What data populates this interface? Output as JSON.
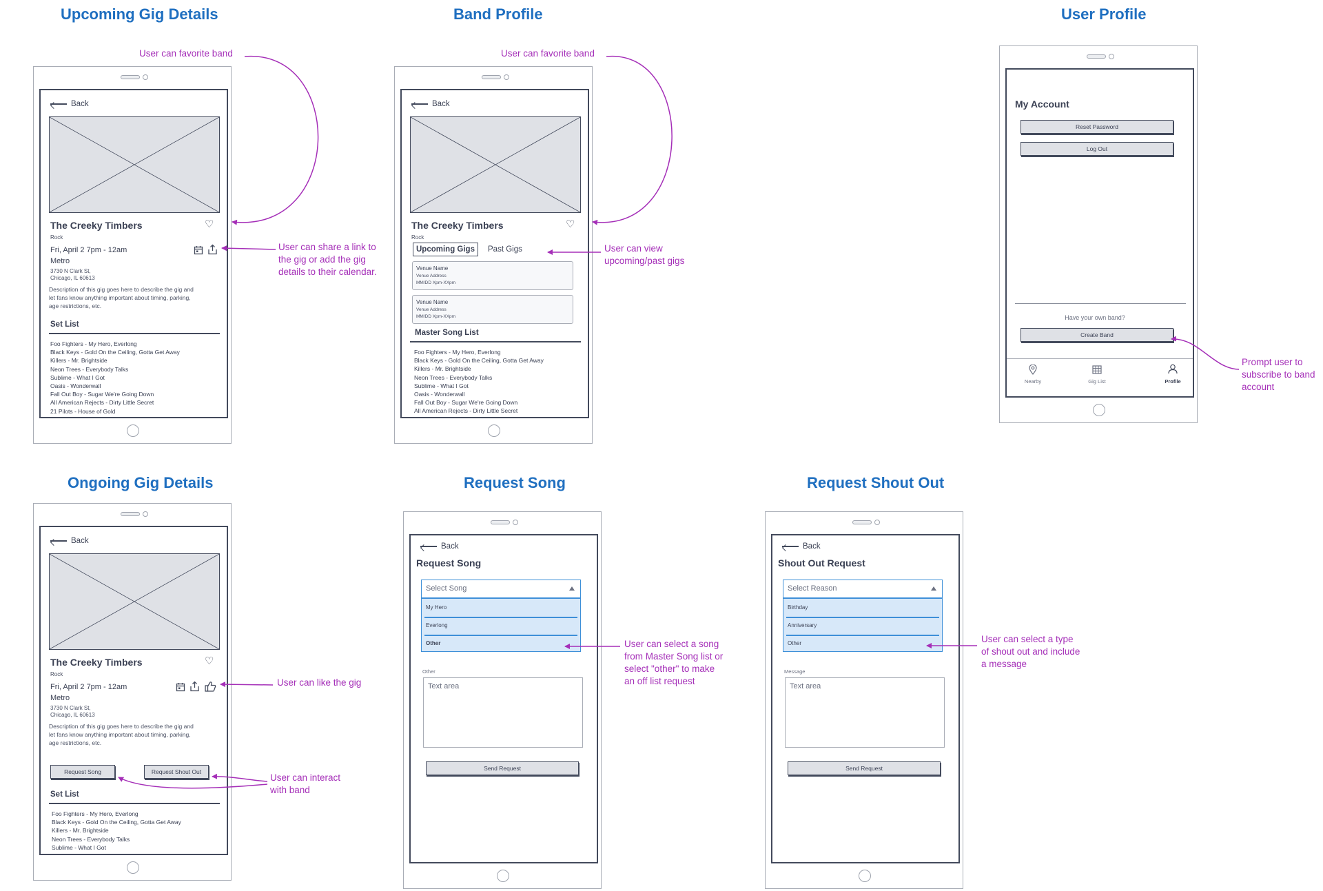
{
  "titles": {
    "upcoming": "Upcoming Gig Details",
    "band": "Band Profile",
    "user": "User Profile",
    "ongoing": "Ongoing Gig Details",
    "request_song": "Request Song",
    "request_shout": "Request Shout Out"
  },
  "notes": {
    "favorite_1": "User can favorite band",
    "favorite_2": "User can favorite band",
    "share_1": "User can share a link to",
    "share_2": "the gig or add the gig",
    "share_3": "details to their calendar.",
    "view_gigs_1": "User can view",
    "view_gigs_2": "upcoming/past gigs",
    "prompt_1": "Prompt user to",
    "prompt_2": "subscribe to band",
    "prompt_3": "account",
    "like": "User can like the gig",
    "interact_1": "User can interact",
    "interact_2": "with band",
    "song_1": "User can select a song",
    "song_2": "from Master Song list or",
    "song_3": "select \"other\" to make",
    "song_4": "an off list request",
    "shout_1": "User can select a type",
    "shout_2": "of shout out and include",
    "shout_3": "a message"
  },
  "common": {
    "back": "Back",
    "band_name": "The Creeky Timbers",
    "genre": "Rock",
    "date": "Fri, April 2 7pm - 12am",
    "venue": "Metro",
    "address_1": "3730 N Clark St,",
    "address_2": "Chicago, IL 60613",
    "desc_1": "Description of this gig goes here to describe the gig and",
    "desc_2": "let fans know anything important about timing, parking,",
    "desc_3": "age restrictions, etc.",
    "set_list": "Set List"
  },
  "upcoming_songs": [
    "Foo Fighters - My Hero, Everlong",
    "Black Keys - Gold On the Ceiling, Gotta Get Away",
    "Killers - Mr. Brightside",
    "Neon Trees - Everybody Talks",
    "Sublime - What I Got",
    "Oasis - Wonderwall",
    "Fall Out Boy - Sugar We're Going Down",
    "All American Rejects - Dirty Little Secret",
    "21 Pilots - House of Gold"
  ],
  "band_profile": {
    "tab_upcoming": "Upcoming Gigs",
    "tab_past": "Past Gigs",
    "venue_name": "Venue Name",
    "venue_address": "Venue Address",
    "venue_time": "MM/DD Xpm-XXpm",
    "master_list": "Master Song List",
    "songs": [
      "Foo Fighters - My Hero, Everlong",
      "Black Keys - Gold On the Ceiling, Gotta Get Away",
      "Killers - Mr. Brightside",
      "Neon Trees - Everybody Talks",
      "Sublime - What I Got",
      "Oasis - Wonderwall",
      "Fall Out Boy - Sugar We're Going Down",
      "All American Rejects - Dirty Little Secret"
    ]
  },
  "user_profile": {
    "heading": "My Account",
    "reset": "Reset Password",
    "logout": "Log Out",
    "own_band": "Have your own band?",
    "create_band": "Create Band",
    "nav_nearby": "Nearby",
    "nav_giglist": "Gig List",
    "nav_profile": "Profile"
  },
  "ongoing": {
    "request_song": "Request Song",
    "request_shout": "Request Shout Out",
    "songs": [
      "Foo Fighters - My Hero, Everlong",
      "Black Keys - Gold On the Ceiling, Gotta Get Away",
      "Killers - Mr. Brightside",
      "Neon Trees - Everybody Talks",
      "Sublime - What I Got"
    ]
  },
  "request_song": {
    "title": "Request Song",
    "select": "Select Song",
    "options": [
      "My Hero",
      "Everlong",
      "Other"
    ],
    "other_label": "Other",
    "textarea": "Text area",
    "send": "Send Request"
  },
  "request_shout": {
    "title": "Shout Out Request",
    "select": "Select Reason",
    "options": [
      "Birthday",
      "Anniversary",
      "Other"
    ],
    "message_label": "Message",
    "textarea": "Text area",
    "send": "Send Request"
  },
  "colors": {
    "title_blue": "#1f6fc0",
    "annotation_purple": "#a52fb8",
    "wire_dark": "#434a5c",
    "select_blue": "#3d8fd8"
  }
}
